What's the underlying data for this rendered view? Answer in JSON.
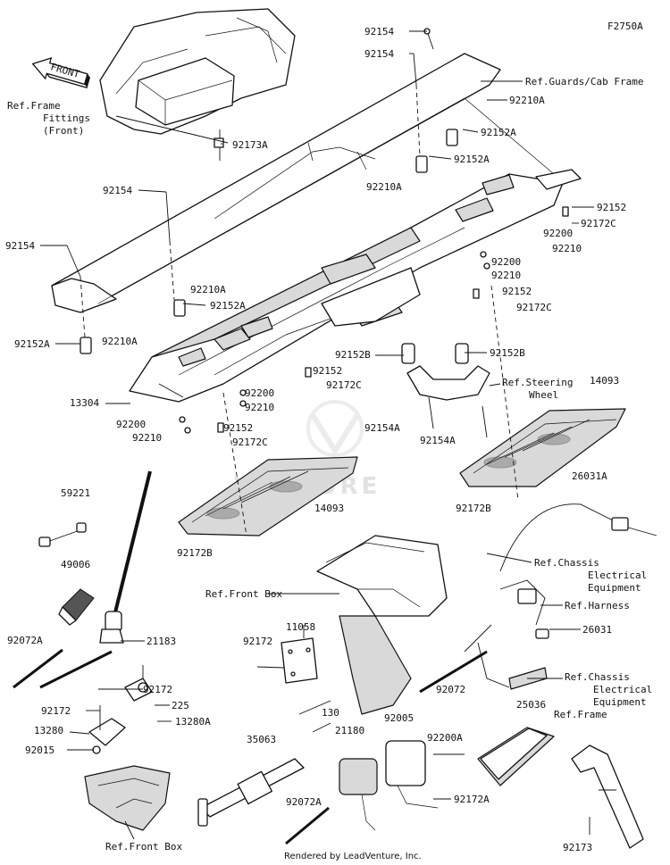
{
  "figure_code": "F2750A",
  "front_marker": "FRONT",
  "footer": "Rendered by LeadVenture, Inc.",
  "watermark": "VENTURE",
  "labels": {
    "ref_frame_fittings_front": [
      "Ref.Frame",
      "Fittings",
      "(Front)"
    ],
    "ref_guards_cab_frame": "Ref.Guards/Cab Frame",
    "ref_steering_wheel": [
      "Ref.Steering",
      "Wheel"
    ],
    "ref_front_box_a": "Ref.Front Box",
    "ref_front_box_b": "Ref.Front Box",
    "ref_chassis_electrical_1": [
      "Ref.Chassis",
      "Electrical",
      "Equipment"
    ],
    "ref_harness": "Ref.Harness",
    "ref_chassis_electrical_2": [
      "Ref.Chassis",
      "Electrical",
      "Equipment"
    ],
    "ref_frame": "Ref.Frame",
    "p92154_top1": "92154",
    "p92154_top2": "92154",
    "p92210A_1": "92210A",
    "p92173A": "92173A",
    "p92152A_1": "92152A",
    "p92152A_2": "92152A",
    "p92210A_2": "92210A",
    "p92152_1": "92152",
    "p92172C_1": "92172C",
    "p92154_left1": "92154",
    "p92154_left2": "92154",
    "p92200_1": "92200",
    "p92210_1": "92210",
    "p92200_2": "92200",
    "p92210_2": "92210",
    "p92210A_3": "92210A",
    "p92152A_3": "92152A",
    "p92152_2": "92152",
    "p92172C_2": "92172C",
    "p92152A_4": "92152A",
    "p92210A_4": "92210A",
    "p92152B_1": "92152B",
    "p92152B_2": "92152B",
    "p92152_3": "92152",
    "p92172C_3": "92172C",
    "p13304": "13304",
    "p92200_3": "92200",
    "p92210_3": "92210",
    "p92200_4": "92200",
    "p92210_4": "92210",
    "p92152_4": "92152",
    "p92172C_4": "92172C",
    "p92154A_1": "92154A",
    "p92154A_2": "92154A",
    "p14093_right": "14093",
    "p14093_left": "14093",
    "p92172B_right": "92172B",
    "p92172B_left": "92172B",
    "p26031A": "26031A",
    "p59221": "59221",
    "p49006": "49006",
    "p92072A_1": "92072A",
    "p21183": "21183",
    "p11058": "11058",
    "p92172_1": "92172",
    "p92172_2": "92172",
    "p92172_3": "92172",
    "p225": "225",
    "p13280A": "13280A",
    "p13280": "13280",
    "p92015": "92015",
    "p130": "130",
    "p26031": "26031",
    "p92072": "92072",
    "p35063": "35063",
    "p21180": "21180",
    "p92005": "92005",
    "p92200A": "92200A",
    "p25036": "25036",
    "p92172A": "92172A",
    "p92072A_2": "92072A",
    "p92173": "92173"
  }
}
